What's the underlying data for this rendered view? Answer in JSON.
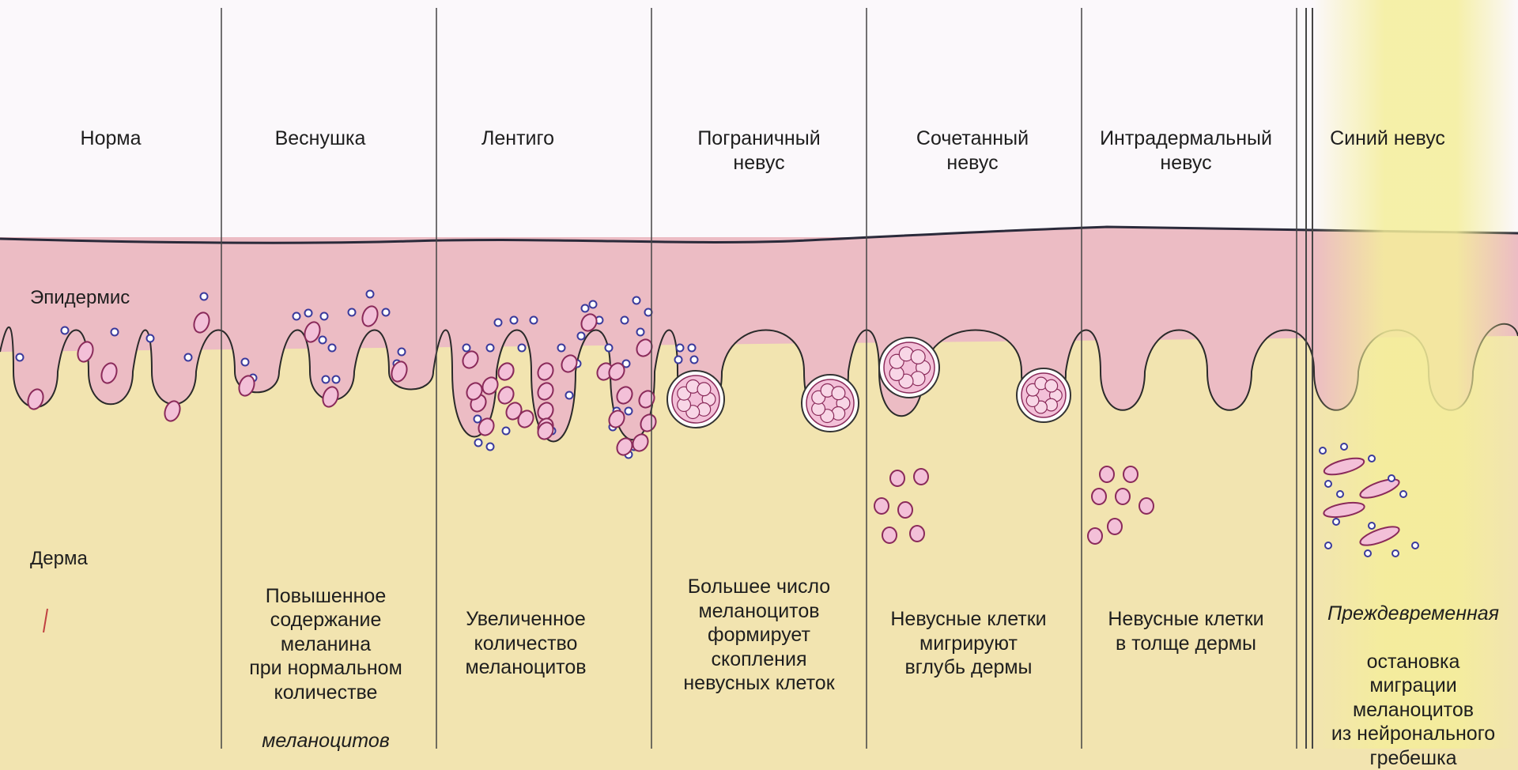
{
  "columns": [
    {
      "title": "Норма",
      "description": ""
    },
    {
      "title": "Веснушка",
      "description": "Повышенное\nсодержание\nмеланина\nпри нормальном\nколичестве",
      "description_italic": "меланоцитов"
    },
    {
      "title": "Лентиго",
      "description": "Увеличенное\nколичество\nмеланоцитов"
    },
    {
      "title": "Пограничный\nневус",
      "description": "Большее число\nмеланоцитов\nформирует\nскопления\nневусных клеток"
    },
    {
      "title": "Сочетанный\nневус",
      "description": "Невусные клетки\nмигрируют\nвглубь дермы"
    },
    {
      "title": "Интрадермальный\nневус",
      "description": "Невусные клетки\nв толще дермы"
    },
    {
      "title": "Синий невус",
      "description_italic": "Преждевременная",
      "description": "остановка\nмиграции\nмеланоцитов\nиз нейронального\nгребешка"
    }
  ],
  "layers": {
    "epidermis": "Эпидермис",
    "dermis": "Дерма"
  },
  "colors": {
    "sky": "#fbf8fb",
    "epidermis": "#ecbcc4",
    "dermis": "#f2e3b2",
    "highlight": "#f4ee9a",
    "cell_outline": "#3a3a9c",
    "melanocyte_fill": "#f3c0d8",
    "melanocyte_outline": "#8a2a5a",
    "divider": "#444444"
  }
}
